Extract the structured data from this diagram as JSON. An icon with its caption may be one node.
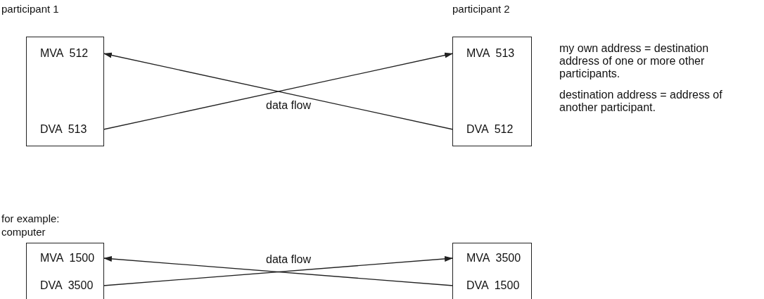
{
  "diagram": {
    "nodes": [
      {
        "text": [
          "participant 1"
        ]
      },
      {
        "text": [
          "MVA  512"
        ],
        "in": 0
      },
      {
        "text": [
          "DVA  513"
        ],
        "in": 0
      },
      {
        "text": [
          "participant 2"
        ]
      },
      {
        "text": [
          "MVA  513"
        ],
        "in": 3
      },
      {
        "text": [
          "DVA  512"
        ],
        "in": 3
      },
      {
        "text": [
          "for example: computer"
        ]
      },
      {
        "text": [
          "MVA  1500"
        ],
        "in": 6
      },
      {
        "text": [
          "DVA  3500"
        ],
        "in": 6
      },
      {
        "text": [],
        "shape": "box"
      },
      {
        "text": [
          "MVA  3500"
        ],
        "in": 9
      },
      {
        "text": [
          "DVA  1500"
        ],
        "in": 9
      }
    ],
    "edges": [
      {
        "from": 2,
        "to": 4,
        "arrow": "to"
      },
      {
        "from": 5,
        "to": 1,
        "arrow": "to"
      },
      {
        "from": 8,
        "to": 10,
        "arrow": "to"
      },
      {
        "from": 11,
        "to": 7,
        "arrow": "to"
      }
    ],
    "labels": [
      "data flow",
      "my own address = destination address of one or more other participants.",
      "destination address = address of another participant.",
      "data flow"
    ]
  }
}
